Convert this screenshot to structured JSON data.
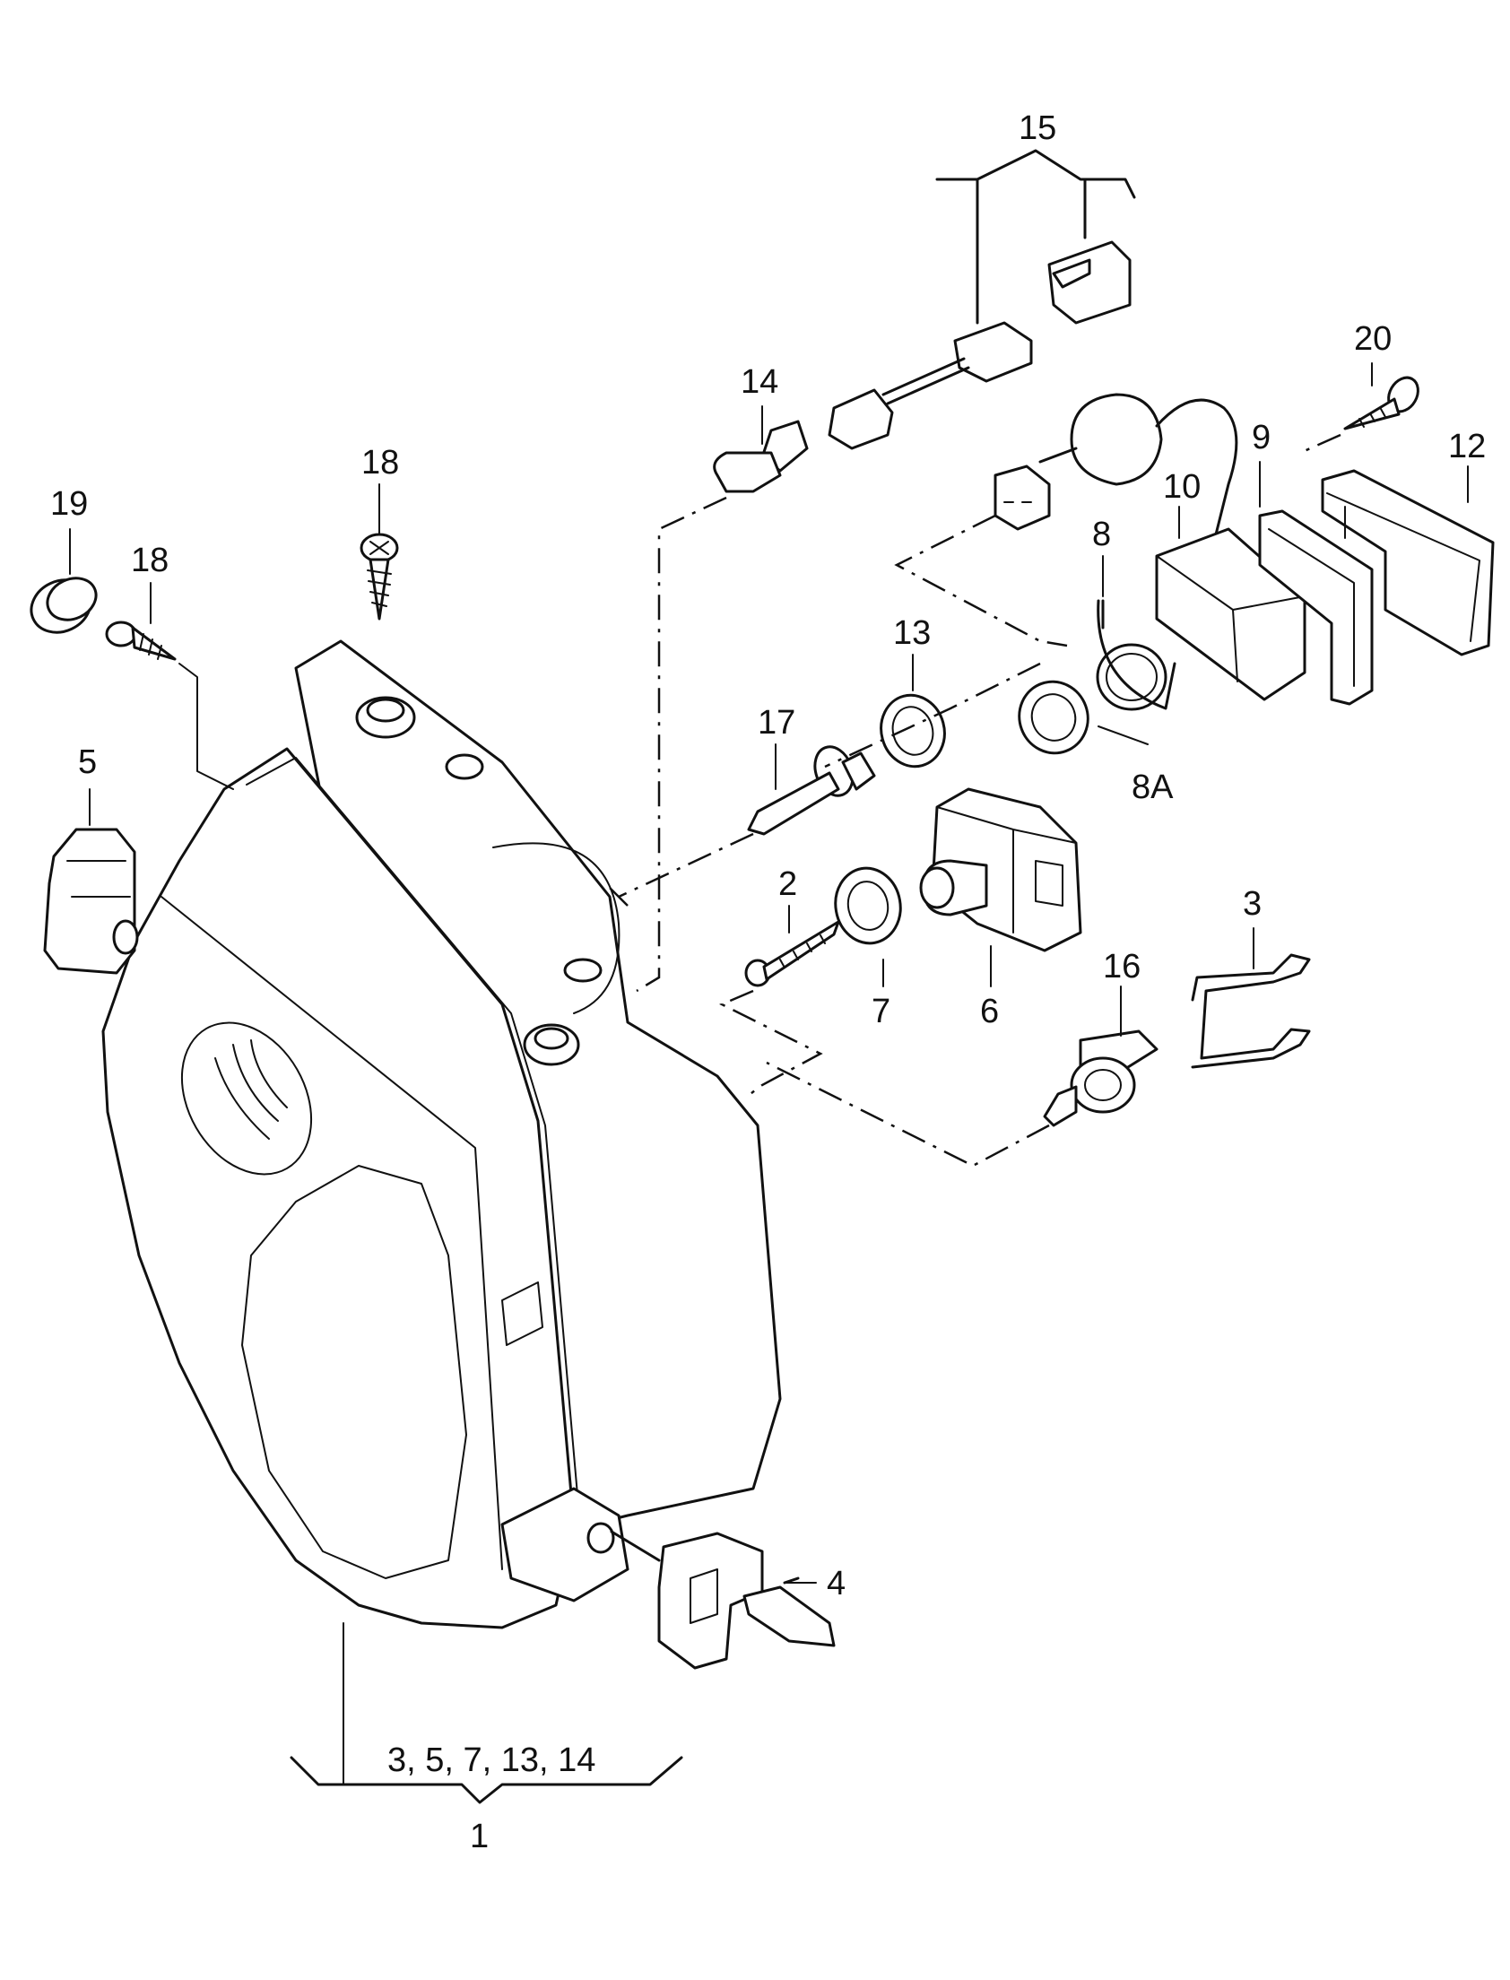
{
  "labels": {
    "l15": "15",
    "l20": "20",
    "l14": "14",
    "l9": "9",
    "l12": "12",
    "l10": "10",
    "l18a": "18",
    "l19": "19",
    "l18b": "18",
    "l8": "8",
    "l13": "13",
    "l17": "17",
    "l5": "5",
    "l8A": "8A",
    "l2": "2",
    "l3": "3",
    "l16": "16",
    "l7": "7",
    "l6": "6",
    "l4": "4",
    "group_list": "3, 5, 7, 13, 14",
    "l1": "1"
  }
}
